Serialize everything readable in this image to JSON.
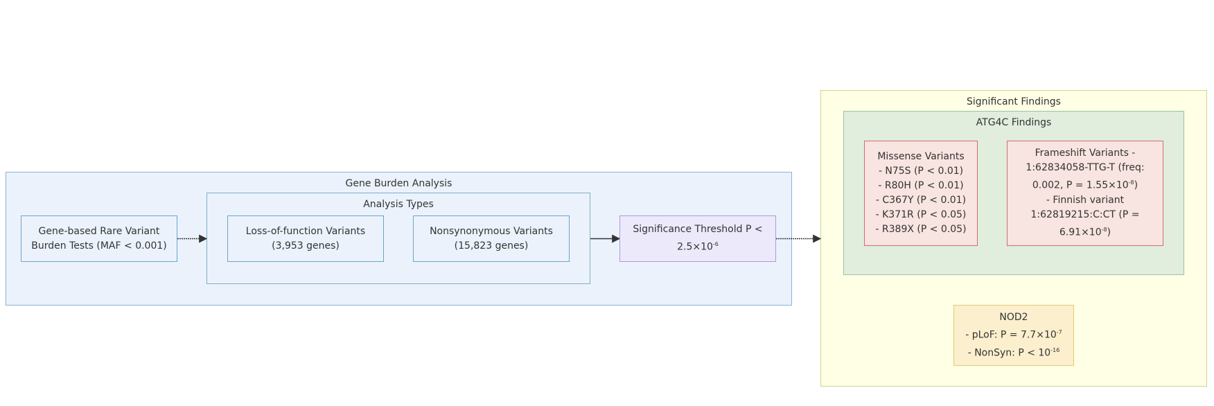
{
  "clusters": {
    "gene_burden": {
      "title": "Gene Burden Analysis"
    },
    "analysis_types": {
      "title": "Analysis Types"
    },
    "significant_findings": {
      "title": "Significant Findings"
    },
    "atg4c_findings": {
      "title": "ATG4C Findings"
    }
  },
  "nodes": {
    "burden_tests": {
      "lines": [
        "Gene-based Rare Variant",
        "Burden Tests (MAF < 0.001)"
      ]
    },
    "lof": {
      "lines": [
        "Loss-of-function Variants",
        "(3,953 genes)"
      ]
    },
    "nonsyn": {
      "lines": [
        "Nonsynonymous Variants",
        "(15,823 genes)"
      ]
    },
    "threshold": {
      "line1": "Significance Threshold P <",
      "base": "2.5×10",
      "exp": "-6"
    },
    "missense": {
      "lines": [
        "Missense Variants",
        "- N75S (P < 0.01)",
        "- R80H (P < 0.01)",
        "- C367Y (P < 0.01)",
        "- K371R (P < 0.05)",
        "- R389X (P < 0.05)"
      ]
    },
    "frameshift": {
      "line1": "Frameshift Variants -",
      "line2": "1:62834058-TTG-T  (freq:",
      "line3_base": "0.002, P = 1.55×10",
      "line3_exp": "-8",
      "line3_tail": ")",
      "line4": "- Finnish variant",
      "line5": "1:62819215:C:CT  (P =",
      "line6_base": "6.91×10",
      "line6_exp": "-8",
      "line6_tail": ")"
    },
    "nod2": {
      "title": "NOD2",
      "plof_base": "- pLoF: P = 7.7×10",
      "plof_exp": "-7",
      "nonsyn_base": "- NonSyn: P < 10",
      "nonsyn_exp": "-16"
    }
  },
  "colors": {
    "edge": "#333333"
  }
}
